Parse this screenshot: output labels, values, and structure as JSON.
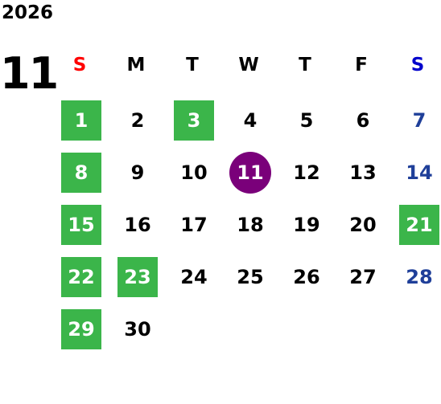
{
  "header": {
    "year": "2026",
    "month": "11"
  },
  "colors": {
    "sunday_label": "#ff0000",
    "saturday_label": "#0000cc",
    "saturday_date": "#1f3f99",
    "holiday_bg": "#3bb54a",
    "today_bg": "#7a007a",
    "normal_text": "#000000"
  },
  "weekdays": [
    {
      "label": "S",
      "kind": "sun"
    },
    {
      "label": "M",
      "kind": "weekday"
    },
    {
      "label": "T",
      "kind": "weekday"
    },
    {
      "label": "W",
      "kind": "weekday"
    },
    {
      "label": "T",
      "kind": "weekday"
    },
    {
      "label": "F",
      "kind": "weekday"
    },
    {
      "label": "S",
      "kind": "sat"
    }
  ],
  "weeks": [
    [
      {
        "day": "1",
        "holiday": true
      },
      {
        "day": "2"
      },
      {
        "day": "3",
        "holiday": true
      },
      {
        "day": "4"
      },
      {
        "day": "5"
      },
      {
        "day": "6"
      },
      {
        "day": "7",
        "saturday": true
      }
    ],
    [
      {
        "day": "8",
        "holiday": true
      },
      {
        "day": "9"
      },
      {
        "day": "10"
      },
      {
        "day": "11",
        "today": true
      },
      {
        "day": "12"
      },
      {
        "day": "13"
      },
      {
        "day": "14",
        "saturday": true
      }
    ],
    [
      {
        "day": "15",
        "holiday": true
      },
      {
        "day": "16"
      },
      {
        "day": "17"
      },
      {
        "day": "18"
      },
      {
        "day": "19"
      },
      {
        "day": "20"
      },
      {
        "day": "21",
        "holiday": true
      }
    ],
    [
      {
        "day": "22",
        "holiday": true
      },
      {
        "day": "23",
        "holiday": true
      },
      {
        "day": "24"
      },
      {
        "day": "25"
      },
      {
        "day": "26"
      },
      {
        "day": "27"
      },
      {
        "day": "28",
        "saturday": true
      }
    ],
    [
      {
        "day": "29",
        "holiday": true
      },
      {
        "day": "30"
      }
    ]
  ]
}
